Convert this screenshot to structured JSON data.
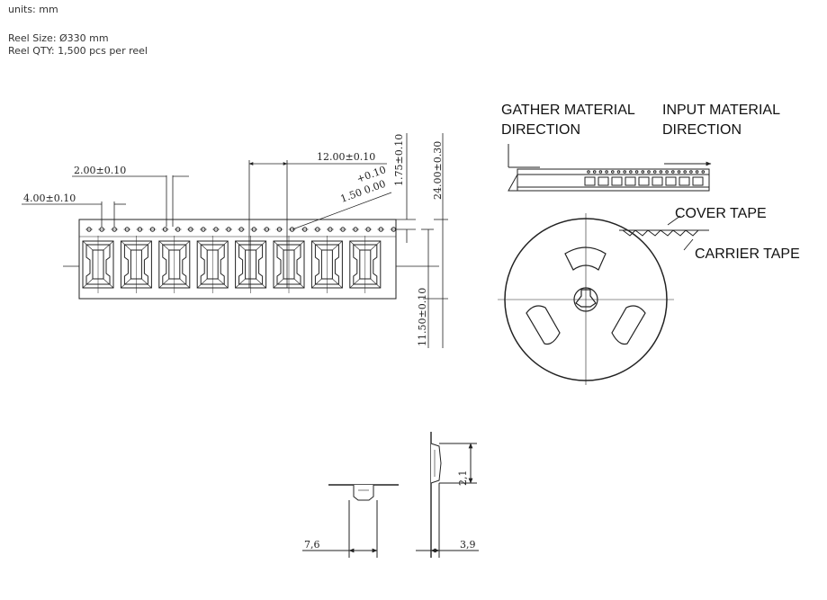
{
  "header": {
    "units": "units: mm",
    "reel_size": "Reel Size: Ø330 mm",
    "reel_qty": "Reel QTY: 1,500 pcs per reel"
  },
  "tape": {
    "pitch_small": "2.00±0.10",
    "sprocket_pitch": "4.00±0.10",
    "pocket_pitch": "12.00±0.10",
    "hole_tol": "+0.10",
    "hole_dia": "1.50 0.00",
    "edge_to_hole": "1.75±0.10",
    "tape_width": "24.00±0.30",
    "center_to_hole": "11.50±0.10",
    "pocket_count": 8
  },
  "reel": {
    "gather_line1": "GATHER MATERIAL",
    "gather_line2": "DIRECTION",
    "input_line1": "INPUT MATERIAL",
    "input_line2": "DIRECTION",
    "cover_tape": "COVER TAPE",
    "carrier_tape": "CARRIER TAPE"
  },
  "part": {
    "width": "7,6",
    "height": "2,1",
    "depth": "3,9"
  },
  "colors": {
    "line": "#222222",
    "fill": "#ffffff"
  }
}
